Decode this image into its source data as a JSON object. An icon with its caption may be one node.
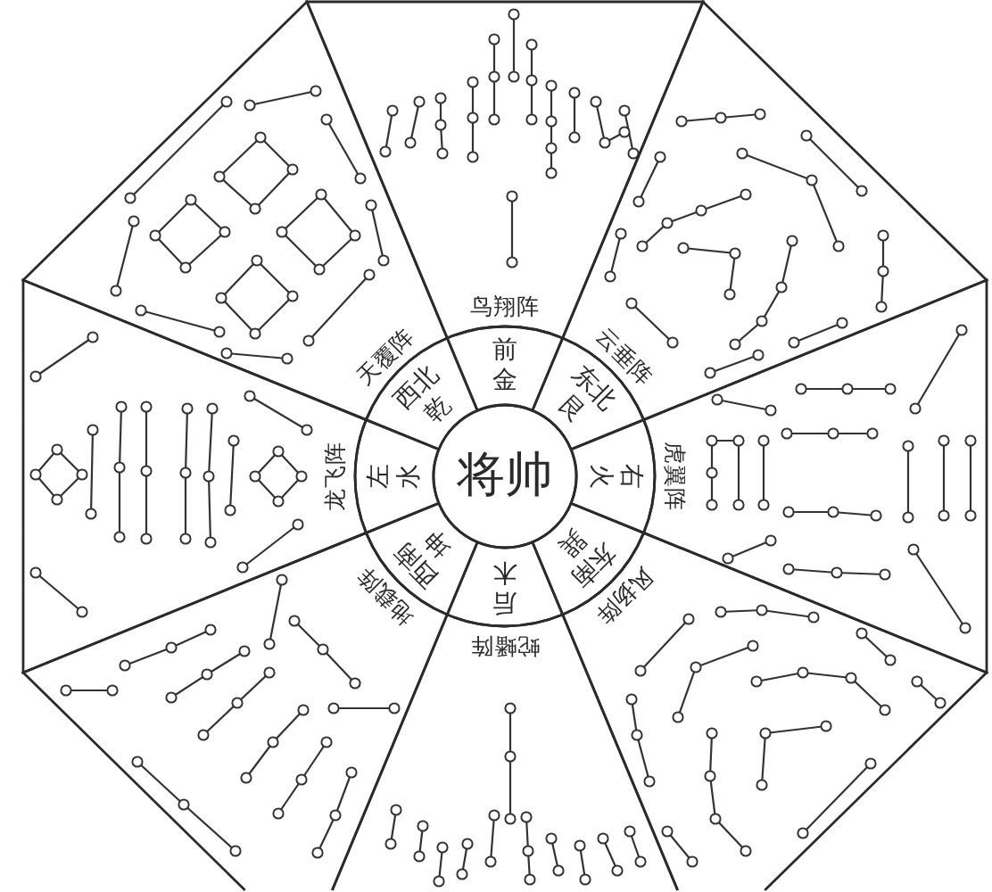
{
  "diagram": {
    "nodes": [
      {
        "text": [
          "将帅"
        ]
      },
      {
        "text": [
          "前",
          "金"
        ]
      },
      {
        "text": [
          "东北",
          "艮"
        ]
      },
      {
        "text": [
          "右",
          "火"
        ]
      },
      {
        "text": [
          "东南",
          "巽"
        ]
      },
      {
        "text": [
          "后",
          "木"
        ]
      },
      {
        "text": [
          "西南",
          "坤"
        ]
      },
      {
        "text": [
          "左",
          "水"
        ]
      },
      {
        "text": [
          "西北",
          "乾"
        ]
      },
      {
        "text": [
          "鸟翔阵"
        ]
      },
      {
        "text": [
          "云垂阵"
        ]
      },
      {
        "text": [
          "虎翼阵"
        ]
      },
      {
        "text": [
          "风扬阵"
        ]
      },
      {
        "text": [
          "蛇蟠阵"
        ]
      },
      {
        "text": [
          "地载阵"
        ]
      },
      {
        "text": [
          "龙飞阵"
        ]
      },
      {
        "text": [
          "天覆阵"
        ]
      }
    ]
  }
}
